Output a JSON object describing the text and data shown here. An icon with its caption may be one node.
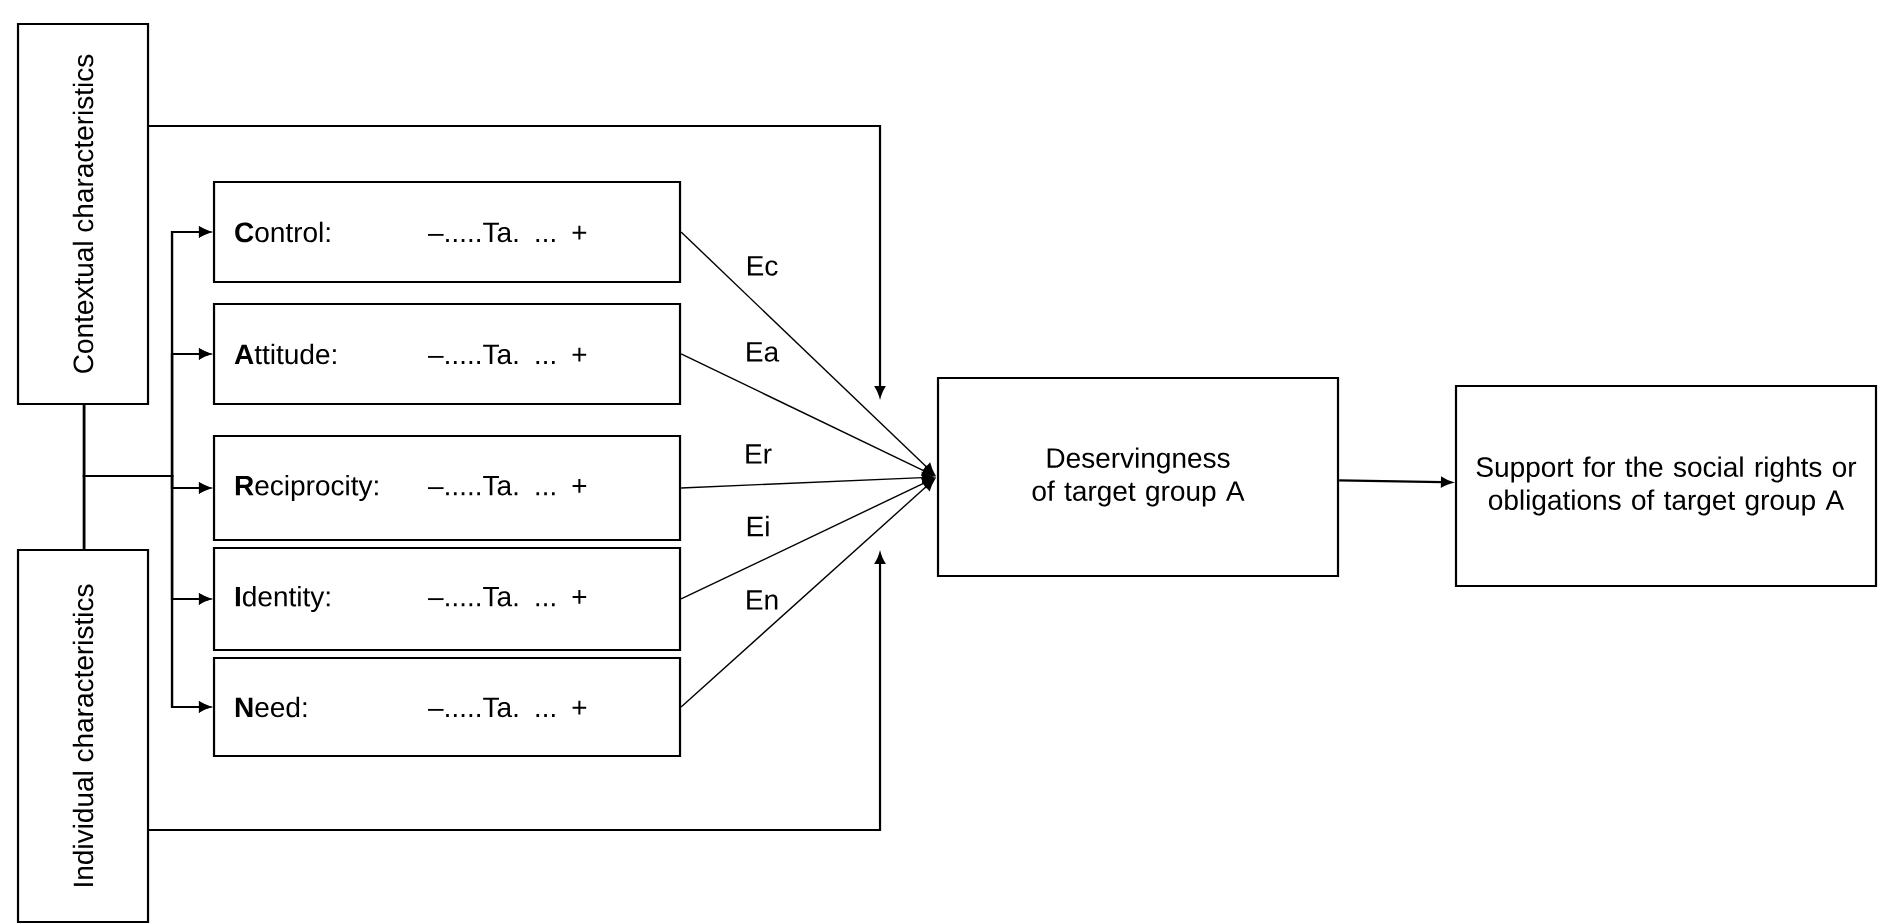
{
  "diagram": {
    "nodes": [
      {
        "text": [
          "Contextual characteristics"
        ]
      },
      {
        "text": [
          "Individual characteristics"
        ]
      },
      {
        "text": [
          "**C**ontrol:",
          "–.....Ta. ... +"
        ]
      },
      {
        "text": [
          "**A**ttitude:",
          "–.....Ta. ... +"
        ]
      },
      {
        "text": [
          "**R**eciprocity:",
          "–.....Ta. ... +"
        ]
      },
      {
        "text": [
          "**I**dentity:",
          "–.....Ta. ... +"
        ]
      },
      {
        "text": [
          "**N**eed:",
          "–.....Ta. ... +"
        ]
      },
      {
        "text": [
          "Deservingness of target group A"
        ]
      },
      {
        "text": [
          "Support for the social rights or obligations of target group A"
        ]
      }
    ],
    "edges": [
      {
        "from": 0,
        "to": 7,
        "arrow": "to"
      },
      {
        "from": 1,
        "to": 7,
        "arrow": "to"
      },
      {
        "from": 0,
        "to": 2,
        "arrow": "to"
      },
      {
        "from": 0,
        "to": 3,
        "arrow": "to"
      },
      {
        "from": 0,
        "to": 4,
        "arrow": "to"
      },
      {
        "from": 0,
        "to": 5,
        "arrow": "to"
      },
      {
        "from": 0,
        "to": 6,
        "arrow": "to"
      },
      {
        "from": 1,
        "to": 2,
        "arrow": "to"
      },
      {
        "from": 1,
        "to": 3,
        "arrow": "to"
      },
      {
        "from": 1,
        "to": 4,
        "arrow": "to"
      },
      {
        "from": 1,
        "to": 5,
        "arrow": "to"
      },
      {
        "from": 1,
        "to": 6,
        "arrow": "to"
      },
      {
        "from": 2,
        "to": 7,
        "arrow": "to",
        "label": "Ec"
      },
      {
        "from": 3,
        "to": 7,
        "arrow": "to",
        "label": "Ea"
      },
      {
        "from": 4,
        "to": 7,
        "arrow": "to",
        "label": "Er"
      },
      {
        "from": 5,
        "to": 7,
        "arrow": "to",
        "label": "Ei"
      },
      {
        "from": 6,
        "to": 7,
        "arrow": "to",
        "label": "En"
      },
      {
        "from": 7,
        "to": 8,
        "arrow": "to"
      }
    ]
  }
}
